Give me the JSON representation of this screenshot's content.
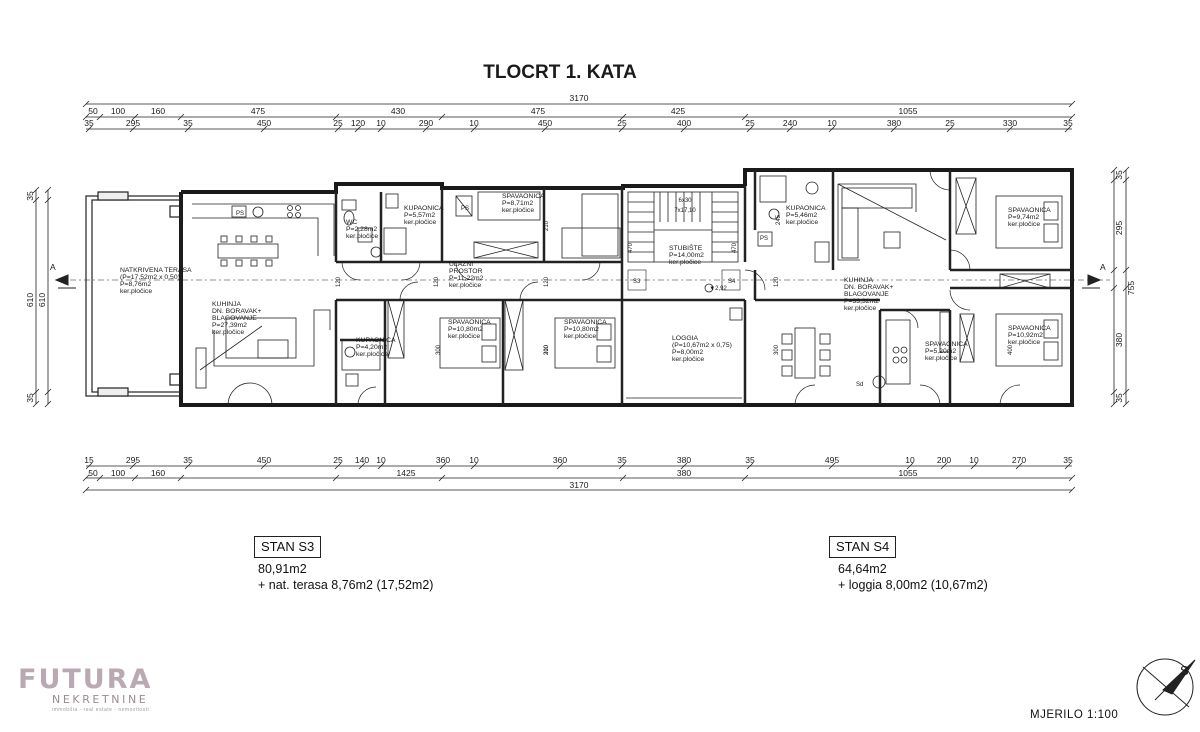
{
  "title": "TLOCRT 1. KATA",
  "dims": {
    "top_total": "3170",
    "top_row1": [
      "50",
      "100",
      "160",
      "475",
      "430",
      "475",
      "425",
      "1055"
    ],
    "top_row2": [
      "35",
      "295",
      "35",
      "450",
      "25",
      "120",
      "10",
      "290",
      "10",
      "450",
      "25",
      "400",
      "25",
      "240",
      "10",
      "380",
      "25",
      "330",
      "35"
    ],
    "bottom_row1": [
      "15",
      "295",
      "35",
      "450",
      "25",
      "140",
      "10",
      "360",
      "10",
      "360",
      "35",
      "380",
      "35",
      "495",
      "10",
      "200",
      "10",
      "270",
      "35"
    ],
    "bottom_row2": [
      "50",
      "100",
      "160",
      "1425",
      "380",
      "1055"
    ],
    "bottom_total": "3170",
    "left": [
      "35",
      "610",
      "610",
      "35"
    ],
    "right": [
      "35",
      "295",
      "755",
      "380",
      "35"
    ],
    "inner": [
      "120",
      "120",
      "120",
      "120",
      "210",
      "210",
      "300",
      "300",
      "300",
      "245",
      "400",
      "470",
      "470",
      "6x30",
      "7x17,10",
      "▼2,92"
    ]
  },
  "section_marks": [
    "A",
    "A",
    "S3",
    "S4"
  ],
  "rooms": [
    {
      "name": "NATKRIVENA TERASA",
      "lines": [
        "(P=17,52m2 x 0,50)",
        "P=8,76m2",
        "ker.pločice"
      ]
    },
    {
      "name": "KUHINJA",
      "lines": [
        "DN. BORAVAK+",
        "BLAGOVANJE",
        "P=27,39m2",
        "ker.pločice"
      ]
    },
    {
      "name": "WC",
      "lines": [
        "P=2,28m2",
        "ker.pločice"
      ]
    },
    {
      "name": "KUPAONICA",
      "lines": [
        "P=5,57m2",
        "ker.pločice"
      ]
    },
    {
      "name": "SPAVAONICA",
      "lines": [
        "P=8,71m2",
        "ker.pločice"
      ]
    },
    {
      "name": "ULAZNI",
      "lines": [
        "PROSTOR",
        "P=11,22m2",
        "ker.pločice"
      ]
    },
    {
      "name": "KUPAONICA",
      "lines": [
        "P=4,20m2",
        "ker.pločice"
      ]
    },
    {
      "name": "SPAVAONICA",
      "lines": [
        "P=10,80m2",
        "ker.pločice"
      ]
    },
    {
      "name": "SPAVAONICA",
      "lines": [
        "P=10,80m2",
        "ker.pločice"
      ]
    },
    {
      "name": "STUBIŠTE",
      "lines": [
        "P=14,00m2",
        "ker.pločice"
      ]
    },
    {
      "name": "LOGGIA",
      "lines": [
        "(P=10,67m2 x 0,75)",
        "P=8,00m2",
        "ker.pločice"
      ]
    },
    {
      "name": "KUPAONICA",
      "lines": [
        "P=5,46m2",
        "ker.pločice"
      ]
    },
    {
      "name": "KUHINJA",
      "lines": [
        "DN. BORAVAK+",
        "BLAGOVANJE",
        "P=33,32m2",
        "ker.pločice"
      ]
    },
    {
      "name": "SPAVAONICA",
      "lines": [
        "P=9,74m2",
        "ker.pločice"
      ]
    },
    {
      "name": "SPAVAONICA",
      "lines": [
        "P=10,92m2",
        "ker.pločice"
      ]
    },
    {
      "name": "SPAVAONICA",
      "lines": [
        "P=5,20m2",
        "ker.pločice"
      ]
    }
  ],
  "fixtures": [
    "PS",
    "PS",
    "PS",
    "Sd"
  ],
  "stan_s3": {
    "label": "STAN S3",
    "area": "80,91m2",
    "extra": "+ nat. terasa 8,76m2 (17,52m2)"
  },
  "stan_s4": {
    "label": "STAN S4",
    "area": "64,64m2",
    "extra": "+ loggia 8,00m2 (10,67m2)"
  },
  "logo": {
    "main": "FUTURA",
    "sub": "NEKRETNINE",
    "tag": "immobilia - real estate - nemovitosti"
  },
  "north_label": "S",
  "scale": "MJERILO 1:100"
}
